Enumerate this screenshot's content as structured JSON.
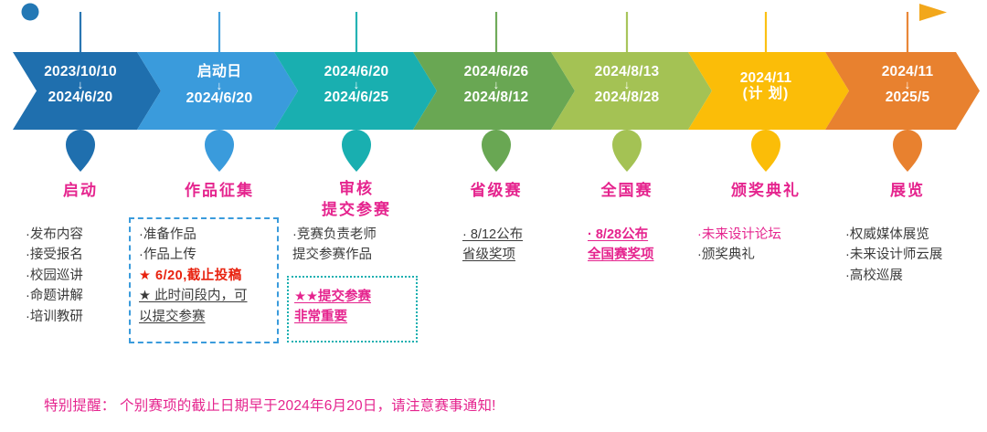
{
  "axis": {
    "start_dot": "start-dot",
    "arrow": "right-arrow",
    "colors": [
      "#1F6FAE",
      "#3A9BDC",
      "#19AFB0",
      "#69A753",
      "#A4C martingale"
    ]
  },
  "segments": [
    {
      "id": "launch",
      "color": "#1F6FAE",
      "pin_color": "#1F6FAE",
      "date_top": "2023/10/10",
      "date_arrow": "↓",
      "date_bottom": "2024/6/20",
      "title": "启动",
      "details": [
        {
          "text": "·发布内容",
          "style": "plain"
        },
        {
          "text": "·接受报名",
          "style": "plain"
        },
        {
          "text": "·校园巡讲",
          "style": "plain"
        },
        {
          "text": "·命题讲解",
          "style": "plain"
        },
        {
          "text": "·培训教研",
          "style": "plain"
        }
      ]
    },
    {
      "id": "submission",
      "color": "#3A9BDC",
      "pin_color": "#3A9BDC",
      "date_top": "启动日",
      "date_arrow": "↓",
      "date_bottom": "2024/6/20",
      "title": "作品征集",
      "details": [
        {
          "text": "·准备作品",
          "style": "plain"
        },
        {
          "text": "·作品上传",
          "style": "plain"
        },
        {
          "text": "★ 6/20,截止投稿",
          "style": "red"
        },
        {
          "text": "★ 此时间段内，可",
          "style": "underline"
        },
        {
          "text": "以提交参赛",
          "style": "underline"
        }
      ],
      "box": "dashed-blue"
    },
    {
      "id": "review",
      "color": "#19AFB0",
      "pin_color": "#19AFB0",
      "date_top": "2024/6/20",
      "date_arrow": "↓",
      "date_bottom": "2024/6/25",
      "title": "审核\n提交参赛",
      "title_line1": "审核",
      "title_line2": "提交参赛",
      "details": [
        {
          "text": "·竞赛负责老师",
          "style": "plain"
        },
        {
          "text": "提交参赛作品",
          "style": "plain"
        }
      ],
      "boxed_details": [
        {
          "text": "★★提交参赛",
          "style": "pink-underline"
        },
        {
          "text": "非常重要",
          "style": "pink-underline"
        }
      ],
      "box": "dotted-teal"
    },
    {
      "id": "provincial",
      "color": "#69A753",
      "pin_color": "#69A753",
      "date_top": "2024/6/26",
      "date_arrow": "↓",
      "date_bottom": "2024/8/12",
      "title": "省级赛",
      "details": [
        {
          "text": "· 8/12公布",
          "style": "underline"
        },
        {
          "text": "省级奖项",
          "style": "underline"
        }
      ]
    },
    {
      "id": "national",
      "color": "#A4C254",
      "pin_color": "#A4C254",
      "date_top": "2024/8/13",
      "date_arrow": "↓",
      "date_bottom": "2024/8/28",
      "title": "全国赛",
      "details": [
        {
          "text": "· 8/28公布",
          "style": "pink-underline"
        },
        {
          "text": "全国赛奖项",
          "style": "pink-underline"
        }
      ]
    },
    {
      "id": "ceremony",
      "color": "#FBBD08",
      "pin_color": "#FBBD08",
      "date_top": "2024/11",
      "date_arrow": "",
      "date_bottom": "(计 划)",
      "title": "颁奖典礼",
      "details": [
        {
          "text": "·未来设计论坛",
          "style": "pink"
        },
        {
          "text": "·颁奖典礼",
          "style": "plain"
        }
      ]
    },
    {
      "id": "exhibition",
      "color": "#E8812F",
      "pin_color": "#E8812F",
      "date_top": "2024/11",
      "date_arrow": "↓",
      "date_bottom": "2025/5",
      "title": "展览",
      "details": [
        {
          "text": "·权威媒体展览",
          "style": "plain"
        },
        {
          "text": "·未来设计师云展",
          "style": "plain"
        },
        {
          "text": "·高校巡展",
          "style": "plain"
        }
      ]
    }
  ],
  "footer": {
    "note": "特别提醒： 个别赛项的截止日期早于2024年6月20日，请注意赛事通知!"
  },
  "palette": {
    "pink": "#E5248E",
    "red": "#E8220F",
    "blue_dash": "#3A9BDC",
    "teal_dot": "#19AFB0",
    "text": "#3b3b3b"
  }
}
